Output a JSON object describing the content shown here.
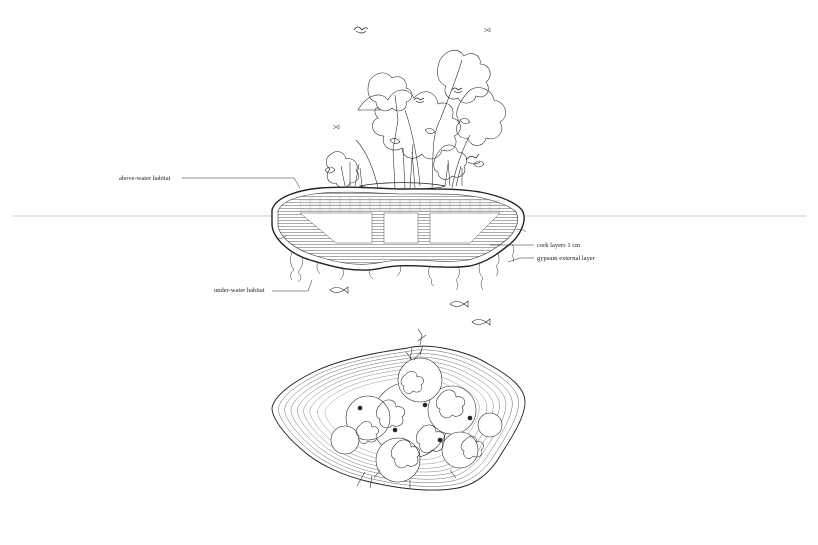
{
  "labels": {
    "above_water": "above-water habitat",
    "under_water": "under-water habitat",
    "cork": "cork layers 1 cm",
    "gypsum": "gypsum external layer"
  },
  "colors": {
    "line": "#222222",
    "fine_line": "#555555",
    "water_line": "#bdbdbd",
    "background": "#ffffff"
  },
  "icons": [
    "bird-icon",
    "fish-icon",
    "insect-icon",
    "plant-icon"
  ]
}
